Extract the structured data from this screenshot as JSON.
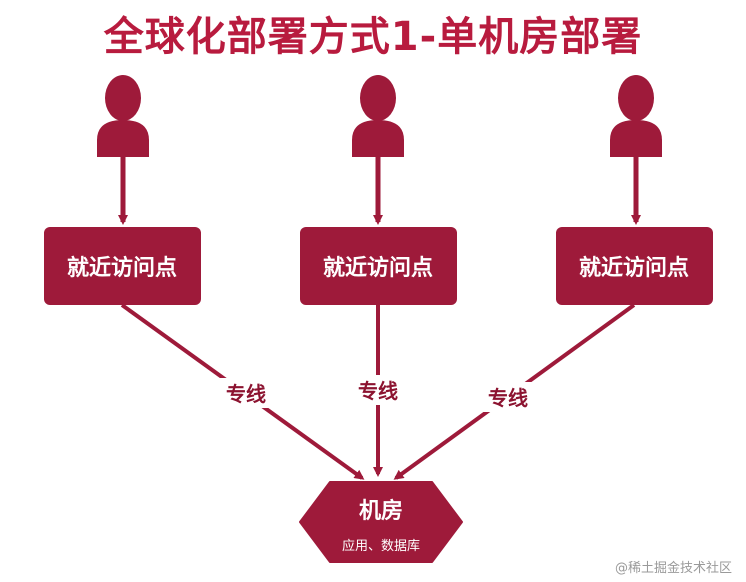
{
  "title": {
    "part1": "全球化部署方式1",
    "separator": "-",
    "part2": "单机房部署"
  },
  "access_points": [
    {
      "label": "就近访问点"
    },
    {
      "label": "就近访问点"
    },
    {
      "label": "就近访问点"
    }
  ],
  "links": [
    {
      "label": "专线"
    },
    {
      "label": "专线"
    },
    {
      "label": "专线"
    }
  ],
  "datacenter": {
    "label": "机房",
    "sublabel": "应用、数据库"
  },
  "watermark": "@稀土掘金技术社区",
  "colors": {
    "accent": "#9e1a3a",
    "title": "#b81b3e"
  }
}
